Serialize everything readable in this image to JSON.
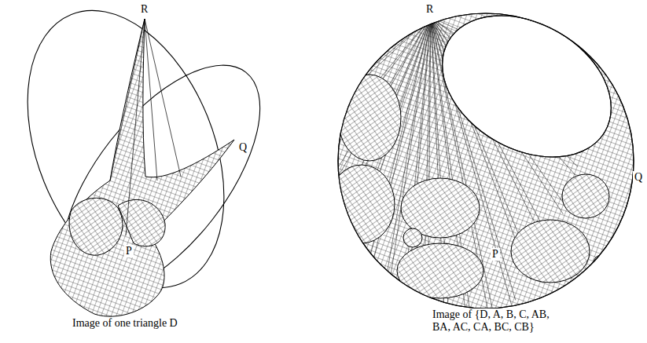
{
  "diagram": {
    "labels": [
      "R",
      "Q",
      "P",
      "Image of one triangle D",
      "R",
      "Q",
      "P",
      "Image of {D, A, B, C, AB, BA, AC, CA, BC, CB}"
    ]
  }
}
